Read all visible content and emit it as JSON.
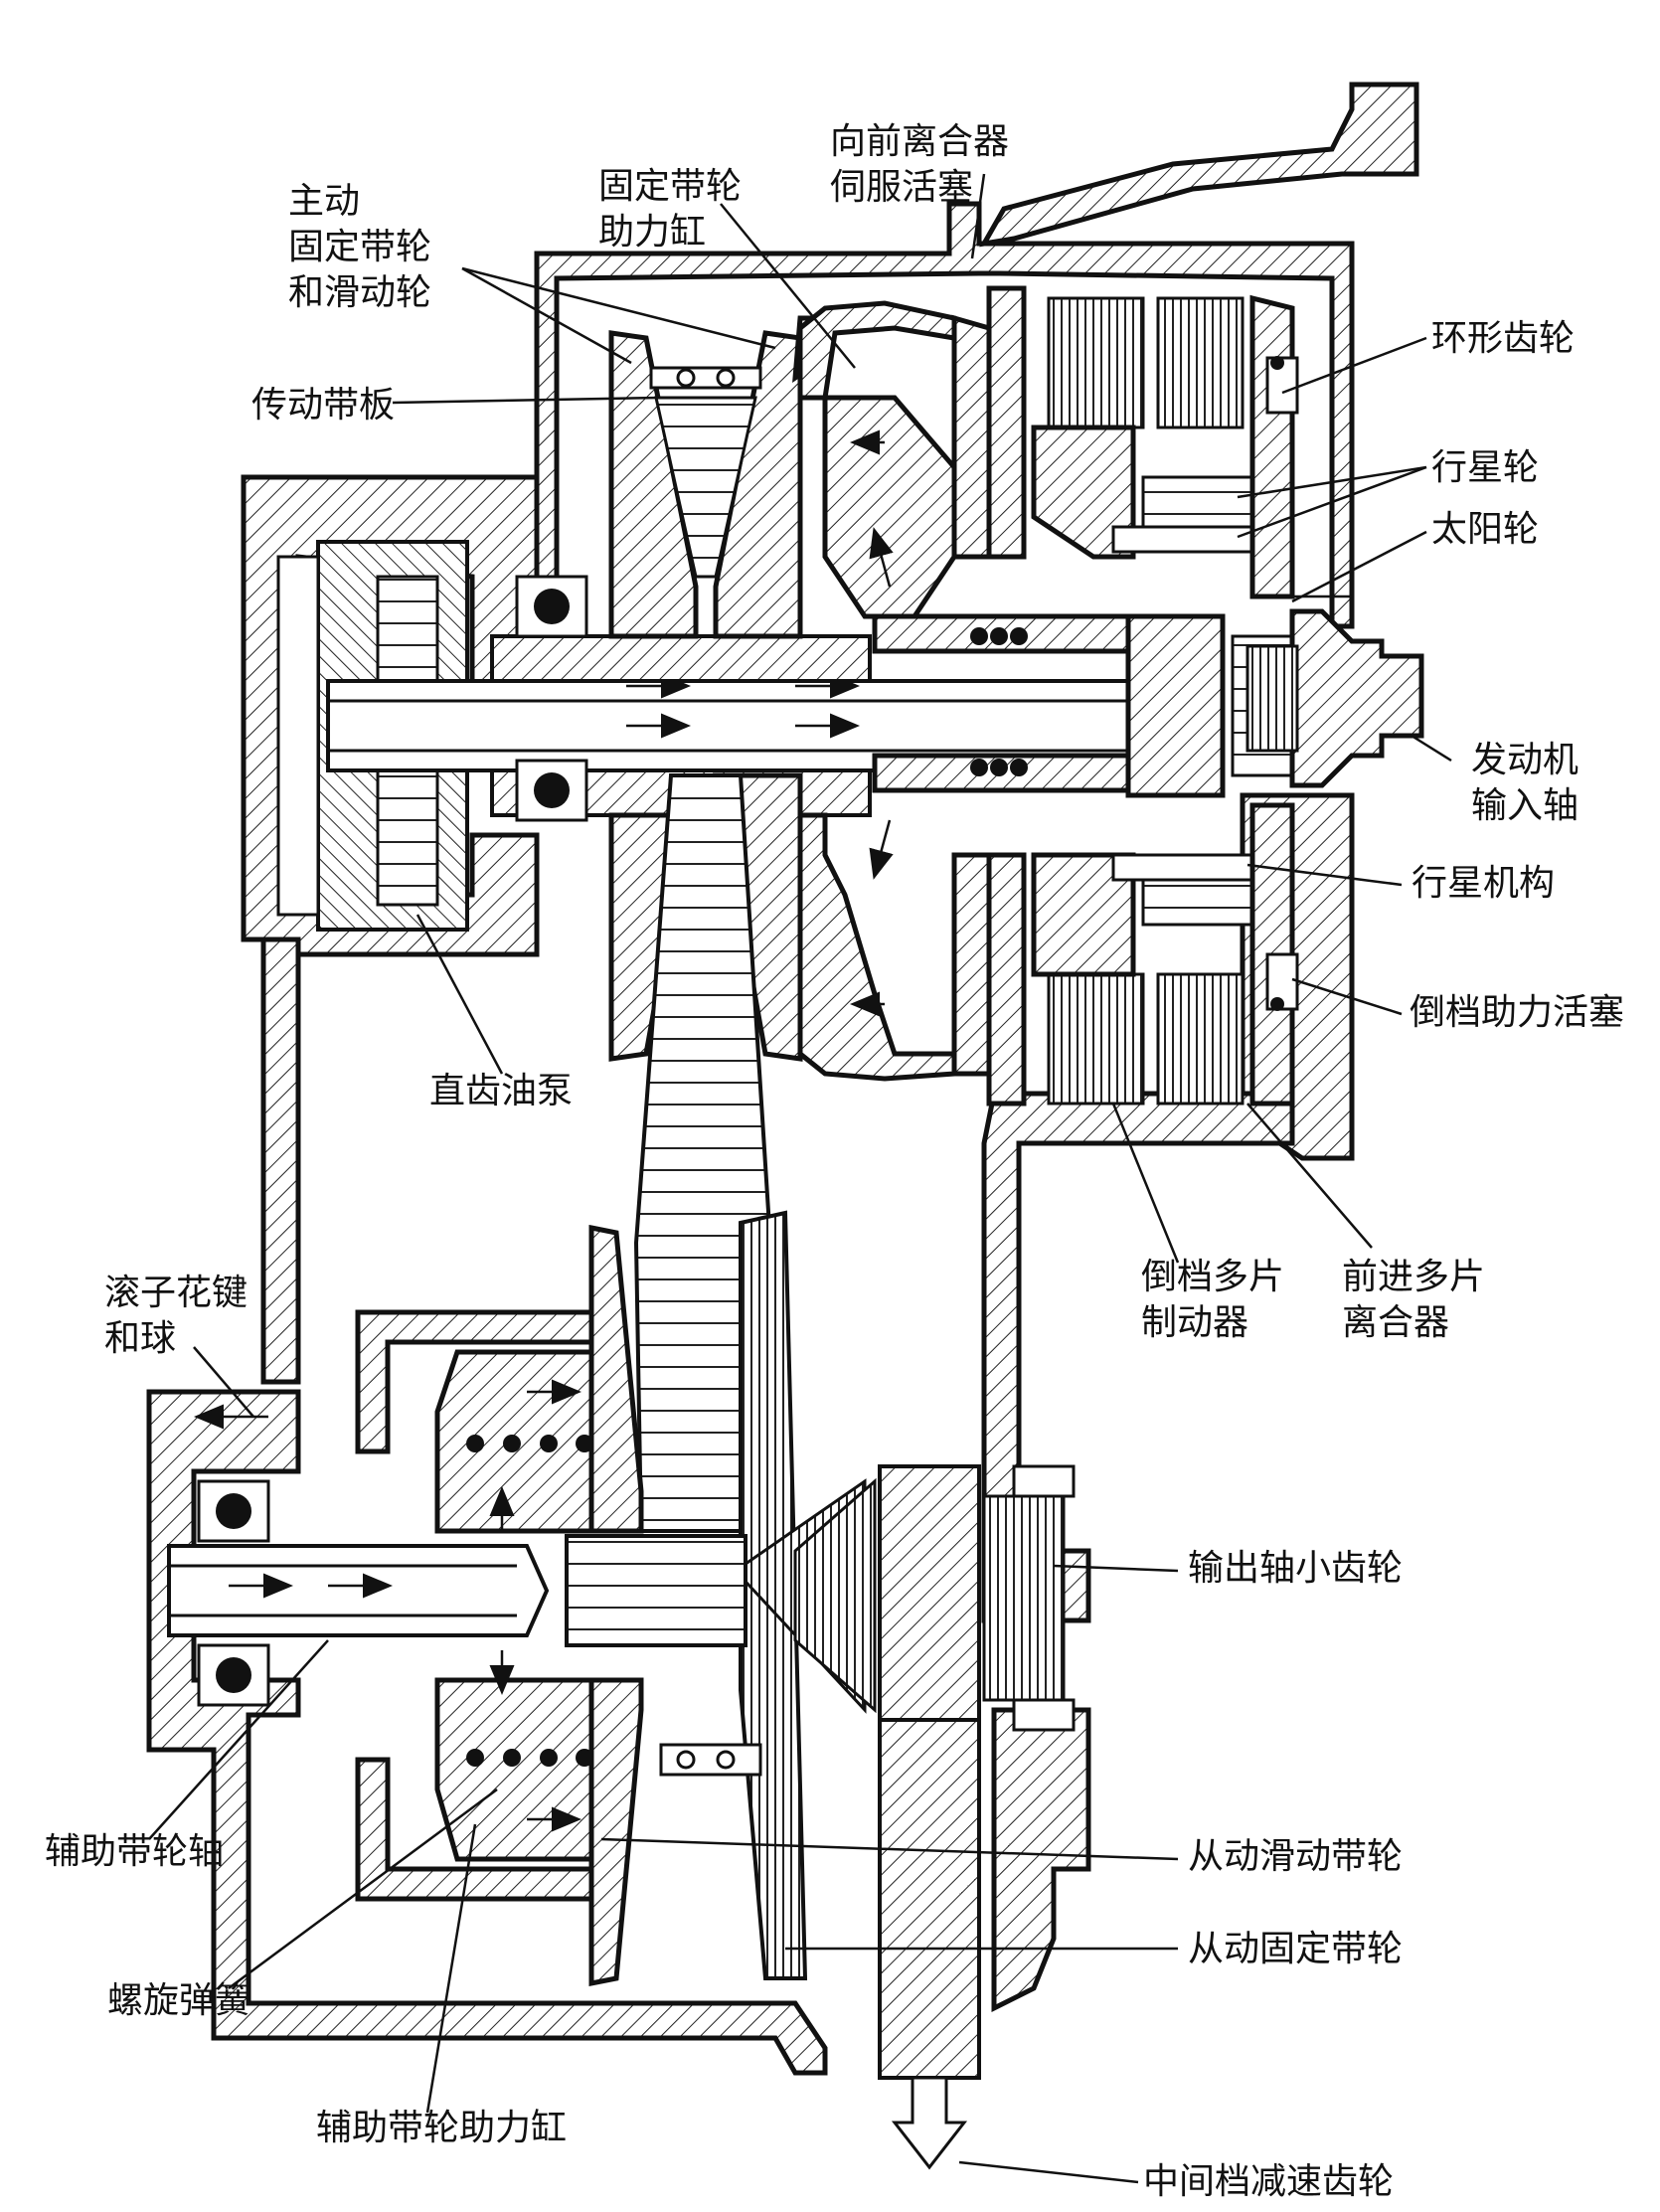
{
  "labels": {
    "forward_clutch_servo_piston": "向前离合器\n伺服活塞",
    "fixed_pulley_booster_cylinder": "固定带轮\n助力缸",
    "drive_fixed_and_sliding_pulley": "主动\n固定带轮\n和滑动轮",
    "drive_belt_plate": "传动带板",
    "ring_gear": "环形齿轮",
    "planet_gear": "行星轮",
    "sun_gear": "太阳轮",
    "engine_input_shaft": "发动机\n输入轴",
    "planetary_mechanism": "行星机构",
    "reverse_booster_piston": "倒档助力活塞",
    "spur_gear_oil_pump": "直齿油泵",
    "reverse_multi_plate_brake": "倒档多片\n制动器",
    "forward_multi_plate_clutch": "前进多片\n离合器",
    "roller_spline_and_ball": "滚子花键\n和球",
    "output_shaft_pinion": "输出轴小齿轮",
    "auxiliary_pulley_shaft": "辅助带轮轴",
    "driven_sliding_pulley": "从动滑动带轮",
    "driven_fixed_pulley": "从动固定带轮",
    "helical_spring": "螺旋弹簧",
    "auxiliary_pulley_booster_cylinder": "辅助带轮助力缸",
    "intermediate_reduction_gear": "中间档减速齿轮"
  }
}
